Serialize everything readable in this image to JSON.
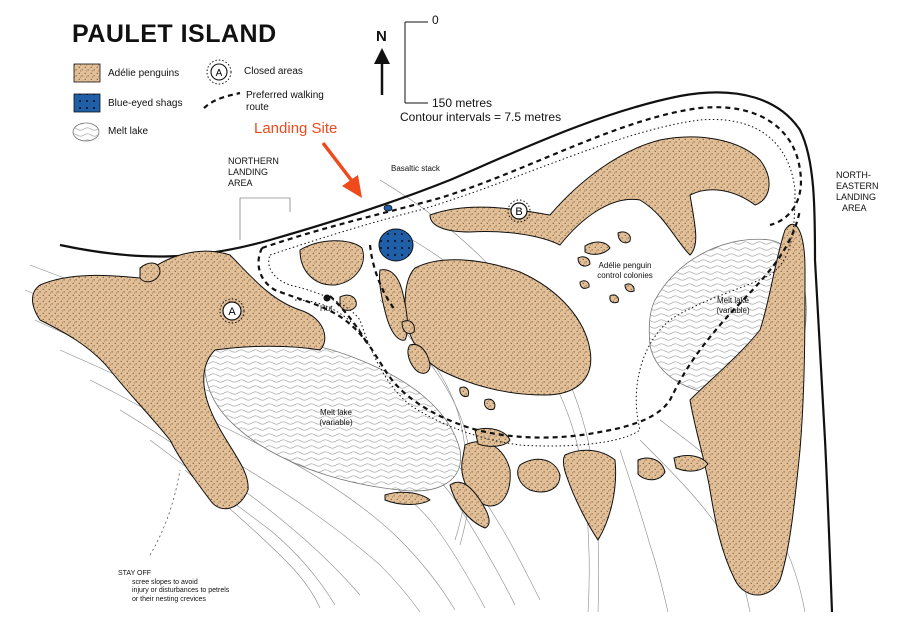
{
  "title": "PAULET ISLAND",
  "legend": {
    "adelie": "Adélie penguins",
    "shags": "Blue-eyed shags",
    "melt_lake": "Melt lake",
    "closed": "Closed areas",
    "closed_symbol": "A",
    "route": "Preferred walking route"
  },
  "scale": {
    "zero": "0",
    "length": "150 metres",
    "contour": "Contour intervals = 7.5 metres"
  },
  "north": "N",
  "landing_site": "Landing Site",
  "areas": {
    "northern_landing": [
      "NORTHERN",
      "LANDING",
      "AREA"
    ],
    "north_eastern_landing": [
      "NORTH-",
      "EASTERN",
      "LANDING",
      "AREA"
    ]
  },
  "labels": {
    "basaltic_stack": "Basaltic stack",
    "hut": "Hut",
    "closed_a": "A",
    "closed_b": "B",
    "control_colonies": [
      "Adélie penguin",
      "control colonies"
    ],
    "melt_lake_west": [
      "Melt lake",
      "(variable)"
    ],
    "melt_lake_east": [
      "Melt lake",
      "(variable)"
    ],
    "stay_off": [
      "STAY OFF",
      "scree slopes to avoid",
      "injury or disturbances to petrels",
      "or their nesting crevices"
    ]
  },
  "colors": {
    "penguin_fill": "#e2bf96",
    "shag_fill": "#1f5fa8",
    "landing_arrow": "#f04a1c",
    "ink": "#111111"
  }
}
